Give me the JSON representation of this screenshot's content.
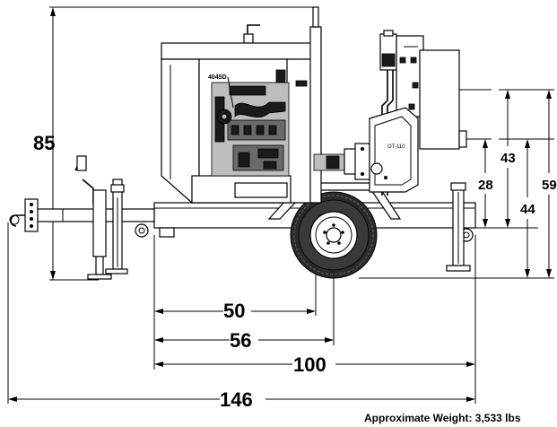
{
  "dimensions": {
    "overall_height": "85",
    "d50": "50",
    "d56": "56",
    "d100": "100",
    "d146": "146",
    "d28": "28",
    "d43": "43",
    "d44": "44",
    "d59": "59"
  },
  "labels": {
    "engine_model": "4045D",
    "pump_model": "OT-110"
  },
  "weight_note": "Approximate Weight:  3,533 lbs"
}
